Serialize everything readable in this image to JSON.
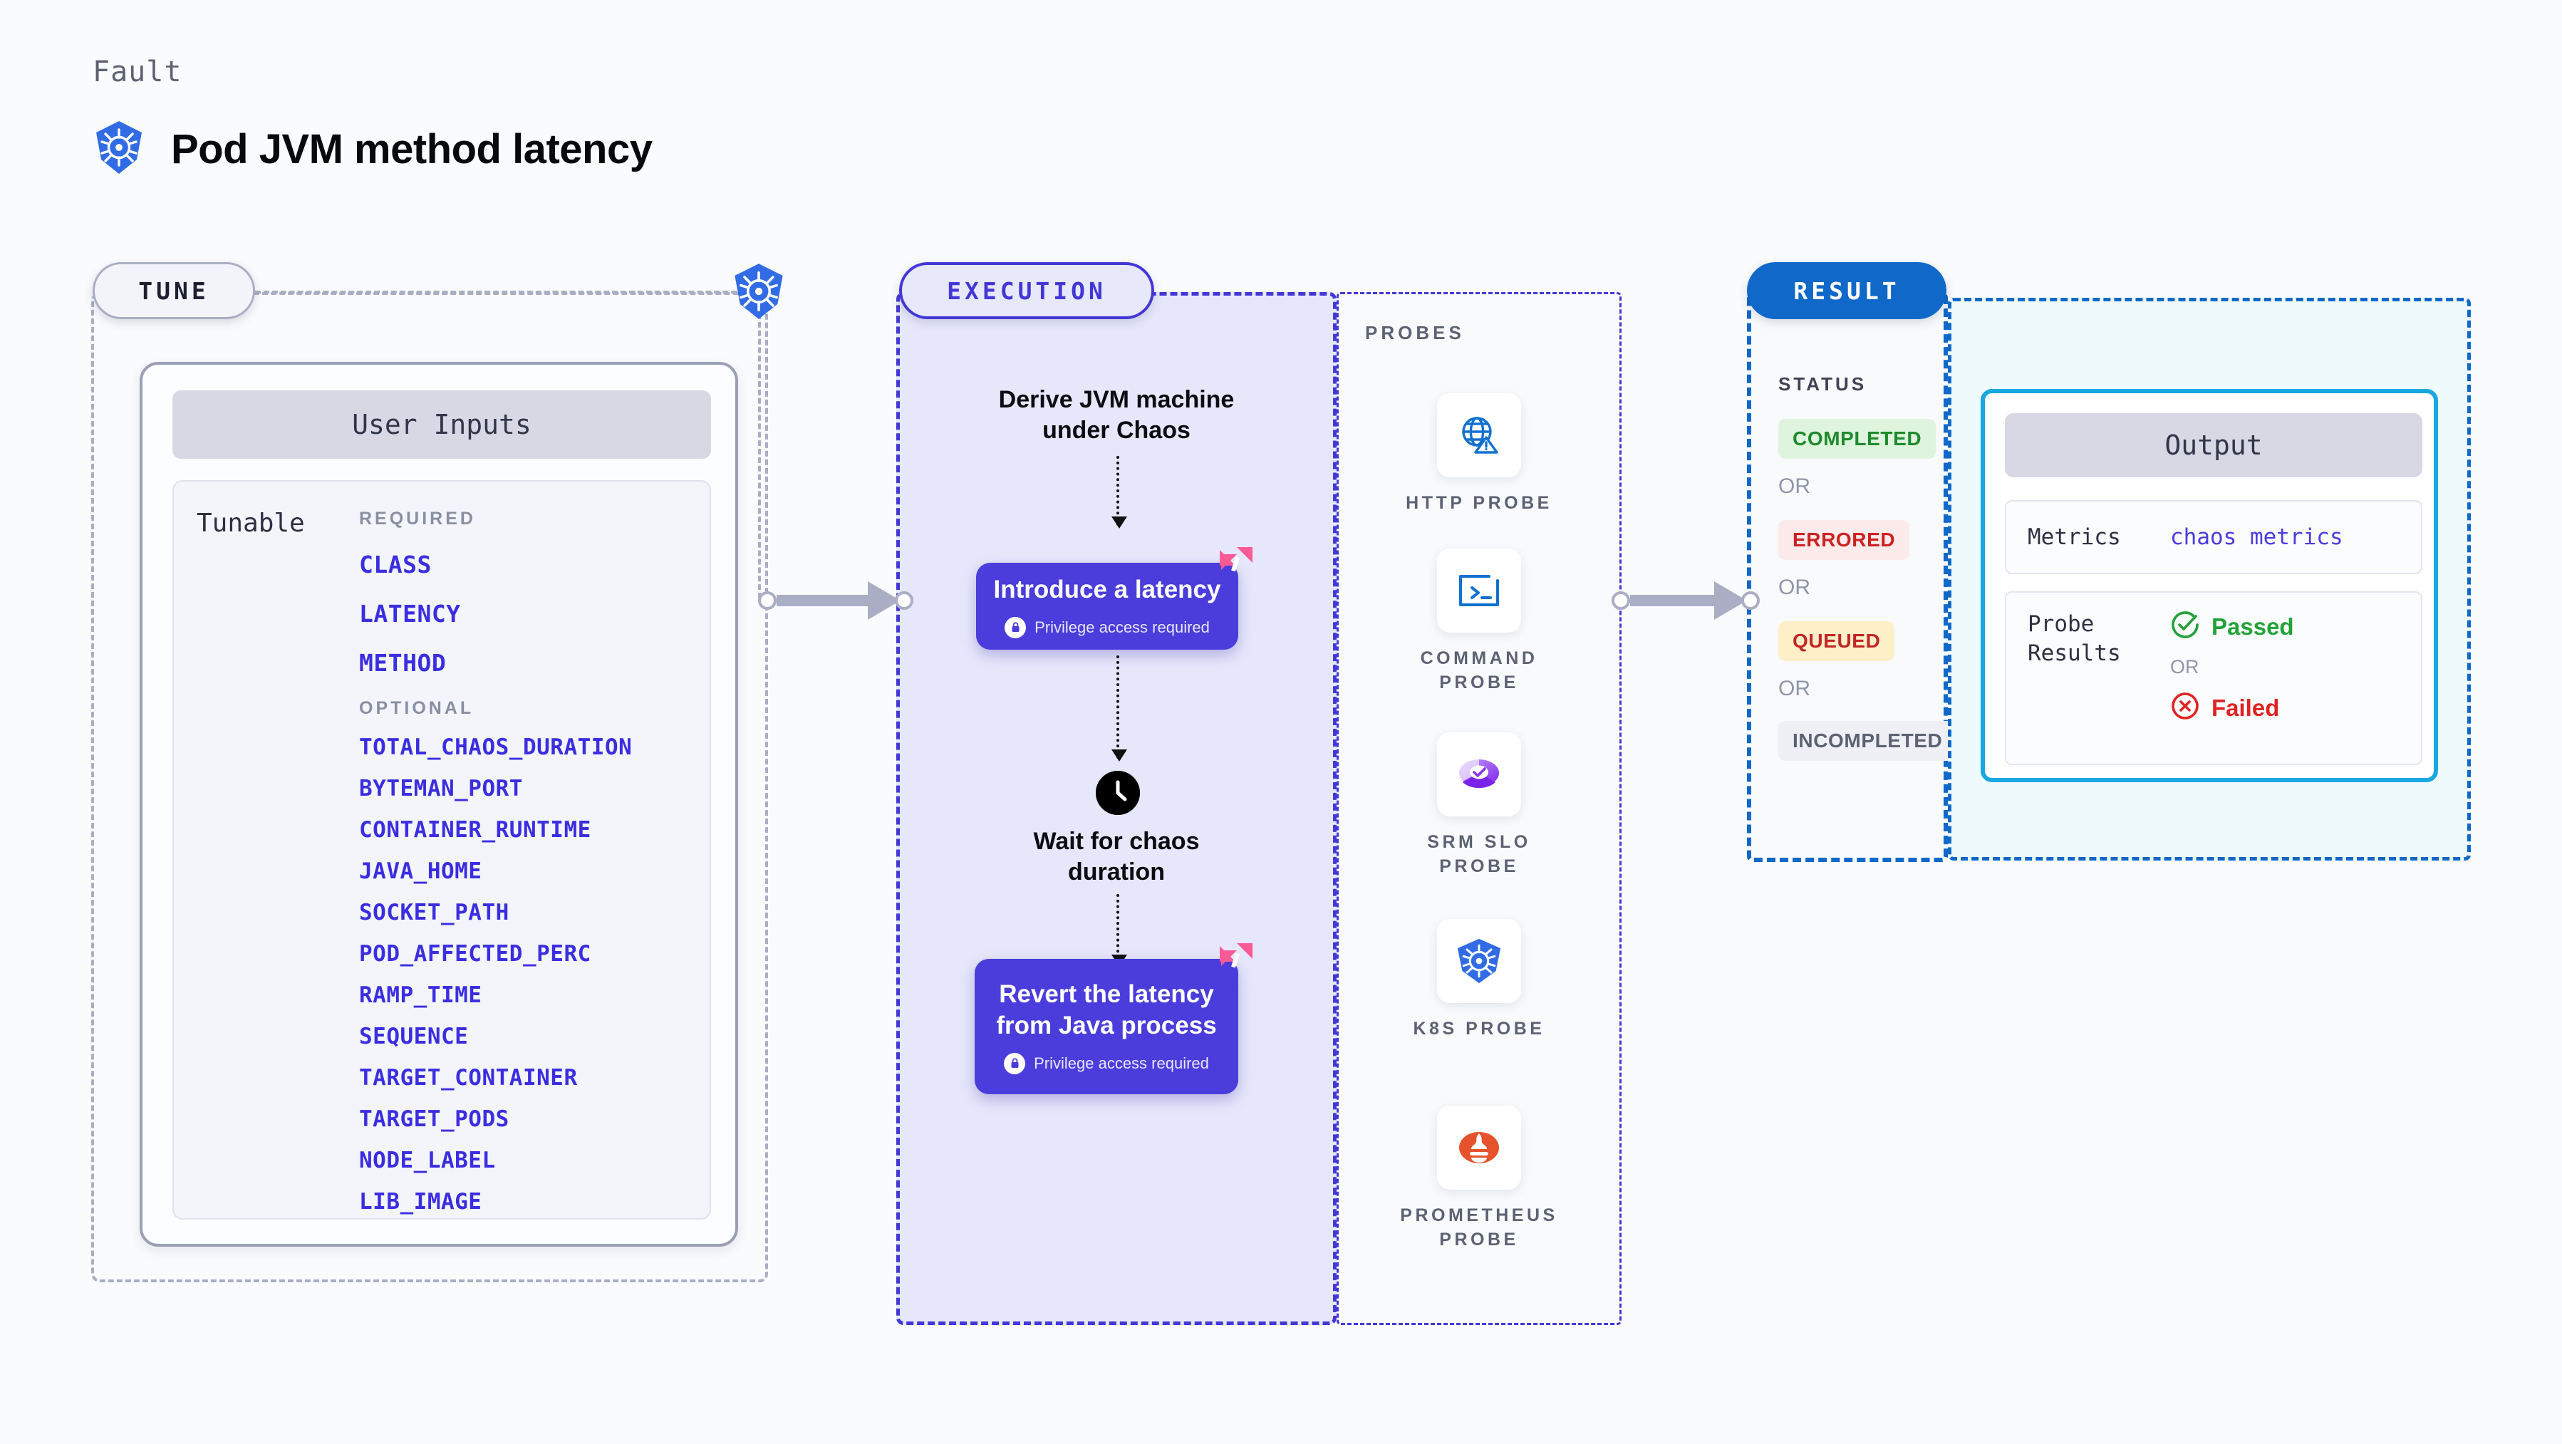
{
  "header": {
    "kicker": "Fault",
    "title": "Pod JVM method latency",
    "icon": "kubernetes-icon"
  },
  "tune": {
    "chip_label": "TUNE",
    "card_title": "User Inputs",
    "tunable_label": "Tunable",
    "groups": [
      {
        "label": "REQUIRED",
        "params": [
          "CLASS",
          "LATENCY",
          "METHOD"
        ]
      },
      {
        "label": "OPTIONAL",
        "params": [
          "TOTAL_CHAOS_DURATION",
          "BYTEMAN_PORT",
          "CONTAINER_RUNTIME",
          "JAVA_HOME",
          "SOCKET_PATH",
          "POD_AFFECTED_PERC",
          "RAMP_TIME",
          "SEQUENCE",
          "TARGET_CONTAINER",
          "TARGET_PODS",
          "NODE_LABEL",
          "LIB_IMAGE"
        ]
      }
    ],
    "accent_color": "#3b2ee0"
  },
  "execution": {
    "chip_label": "EXECUTION",
    "steps": [
      {
        "type": "text",
        "label": "Derive JVM machine\nunder Chaos"
      },
      {
        "type": "card",
        "label": "Introduce a latency",
        "privilege": "Privilege access required"
      },
      {
        "type": "wait",
        "label": "Wait for chaos\nduration",
        "icon": "clock-icon"
      },
      {
        "type": "card",
        "label": "Revert the latency\nfrom Java process",
        "privilege": "Privilege access required"
      }
    ],
    "card_color": "#4a3ddb",
    "badge_color": "#fa5a96"
  },
  "probes": {
    "section_label": "PROBES",
    "items": [
      {
        "label": "HTTP  PROBE",
        "icon": "globe-warning-icon"
      },
      {
        "label": "COMMAND\nPROBE",
        "icon": "terminal-icon"
      },
      {
        "label": "SRM  SLO\nPROBE",
        "icon": "slo-gauge-icon"
      },
      {
        "label": "K8S  PROBE",
        "icon": "kubernetes-icon"
      },
      {
        "label": "PROMETHEUS\nPROBE",
        "icon": "prometheus-icon"
      }
    ]
  },
  "result": {
    "chip_label": "RESULT",
    "status_label": "STATUS",
    "or_label": "OR",
    "statuses": [
      {
        "label": "COMPLETED",
        "bg": "#def4dd",
        "fg": "#1f8a2e"
      },
      {
        "label": "ERRORED",
        "bg": "#fdeaea",
        "fg": "#cc2222"
      },
      {
        "label": "QUEUED",
        "bg": "#fdf0c8",
        "fg": "#c22626"
      },
      {
        "label": "INCOMPLETED",
        "bg": "#eef0f5",
        "fg": "#5c6273"
      }
    ]
  },
  "output": {
    "title": "Output",
    "metrics_key": "Metrics",
    "metrics_value": "chaos metrics",
    "probe_results_key": "Probe\nResults",
    "passed_label": "Passed",
    "failed_label": "Failed",
    "or_label": "OR",
    "passed_color": "#22a238",
    "failed_color": "#e02222",
    "accent_color": "#19a7e0"
  }
}
